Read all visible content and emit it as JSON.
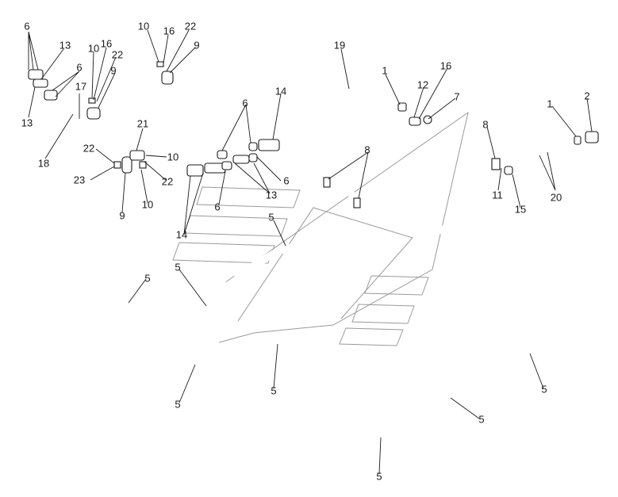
{
  "diagram": {
    "labels": {
      "l_6a": "6",
      "l_13a": "13",
      "l_6b": "6",
      "l_13b": "13",
      "l_18": "18",
      "l_10a": "10",
      "l_16a": "16",
      "l_22a": "22",
      "l_9a": "9",
      "l_17": "17",
      "l_10b": "10",
      "l_16b": "16",
      "l_22b": "22",
      "l_9b": "9",
      "l_21": "21",
      "l_22c": "22",
      "l_10c": "10",
      "l_22d": "22",
      "l_23": "23",
      "l_9c": "9",
      "l_10d": "10",
      "l_14a": "14",
      "l_19": "19",
      "l_6c": "6",
      "l_6d": "6",
      "l_13c": "13",
      "l_6e": "6",
      "l_14b": "14",
      "l_8a": "8",
      "l_1a": "1",
      "l_12": "12",
      "l_16c": "16",
      "l_7": "7",
      "l_8b": "8",
      "l_1b": "1",
      "l_2": "2",
      "l_11": "11",
      "l_15": "15",
      "l_20": "20",
      "l_5a": "5",
      "l_5b": "5",
      "l_5c": "5",
      "l_5d": "5",
      "l_5e": "5",
      "l_5f": "5",
      "l_5g": "5",
      "l_5h": "5"
    }
  }
}
